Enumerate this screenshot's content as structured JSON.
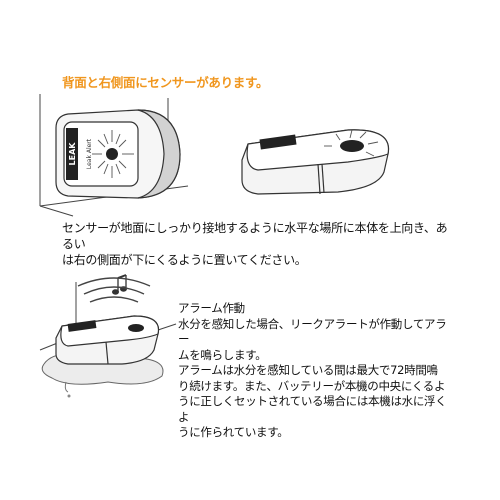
{
  "heading": {
    "text": "背面と右側面にセンサーがあります。",
    "color": "#f0961e"
  },
  "device_label": {
    "brand": "LEAK",
    "model": "Leak Alert"
  },
  "instruction": {
    "line1": "センサーが地面にしっかり接地するように水平な場所に本体を上向き、あるい",
    "line2": "は右の側面が下にくるように置いてください。"
  },
  "alarm": {
    "title": "アラーム作動",
    "line1": "水分を感知した場合、リークアラートが作動してアラー",
    "line2": "ムを鳴らします。",
    "line3": "アラームは水分を感知している間は最大で72時間鳴",
    "line4": "り続けます。また、バッテリーが本機の中央にくるよ",
    "line5": "うに正しくセットされている場合には本機は水に浮くよ",
    "line6": "うに作られています。"
  },
  "icons": {
    "music_note": "music-note-icon"
  }
}
